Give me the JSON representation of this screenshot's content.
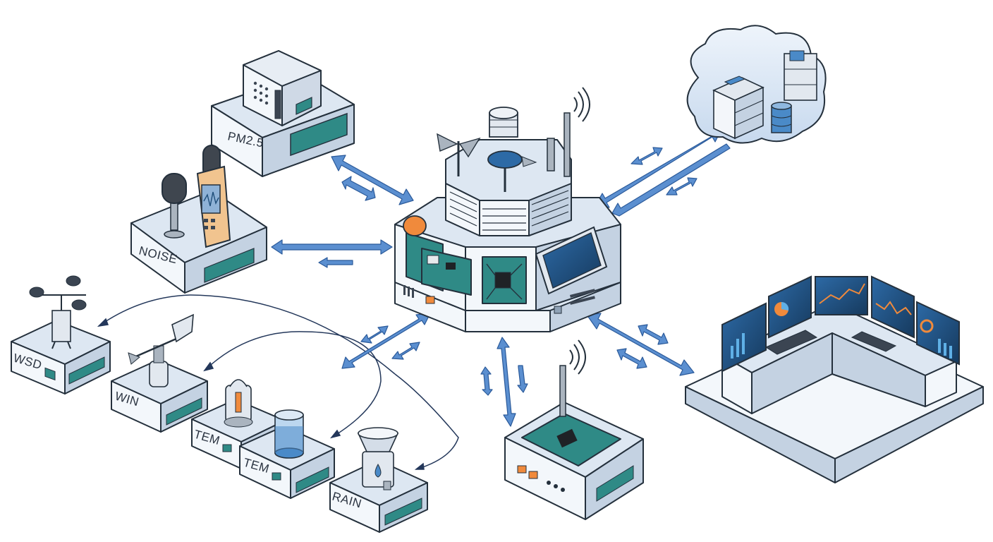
{
  "labels": {
    "pm25": "PM2.5",
    "noise": "NOISE",
    "wsd": "WSD",
    "win": "WIN",
    "tem1": "TEM",
    "tem2": "TEM",
    "rain": "RAIN"
  },
  "colors": {
    "arrow": "#5b8fd0",
    "arrow_outline": "#2b5a9a",
    "outline": "#24303c",
    "device_top": "#dde7f2",
    "device_front": "#f3f7fb",
    "device_side": "#c4d2e2",
    "pcb": "#2f8a86",
    "screen": "#1f4e79",
    "accent_orange": "#f08a3c",
    "cloud": "#dce8f6"
  },
  "icons": [
    "anemometer-icon",
    "wind-vane-icon",
    "thermometer-icon",
    "water-cylinder-icon",
    "rain-gauge-icon",
    "microphone-icon",
    "sound-meter-icon",
    "cloud-icon",
    "server-icon",
    "database-icon",
    "router-icon",
    "antenna-icon",
    "monitor-icon"
  ]
}
